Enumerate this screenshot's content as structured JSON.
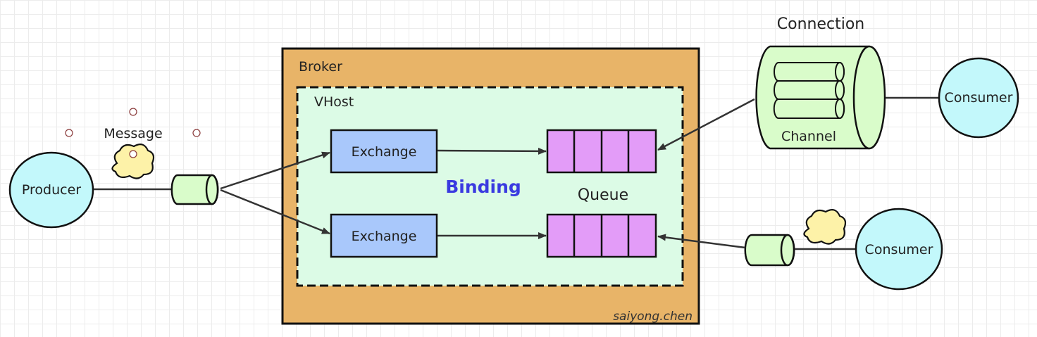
{
  "connection_label": "Connection",
  "channel_label": "Channel",
  "broker_label": "Broker",
  "vhost_label": "VHost",
  "message_label": "Message",
  "binding_label": "Binding",
  "queue_label": "Queue",
  "producer_label": "Producer",
  "consumers": [
    "Consumer",
    "Consumer"
  ],
  "exchanges": [
    "Exchange",
    "Exchange"
  ],
  "watermark": "saiyong.chen",
  "colors": {
    "broker_fill": "#e8b468",
    "vhost_fill": "#dcfbe6",
    "exchange_fill": "#a9c8fb",
    "queue_fill": "#e39cf8",
    "node_fill": "#c3f8fb",
    "cylinder_fill": "#d9fcca",
    "cloud_fill": "#fdf2a8",
    "binding_color": "#3a3ae0",
    "stroke": "#111111"
  }
}
